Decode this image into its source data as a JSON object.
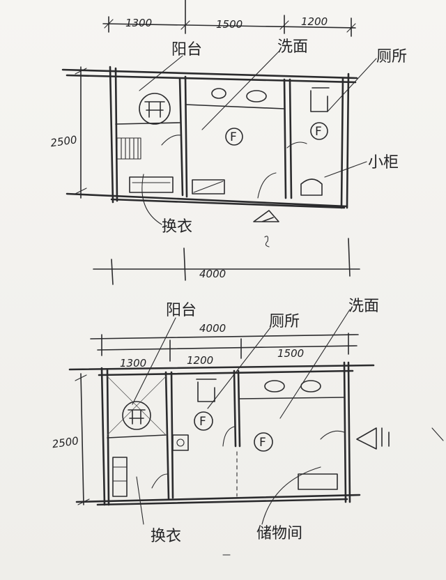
{
  "plan1": {
    "dim_top": [
      "1300",
      "1500",
      "1200"
    ],
    "dim_left": "2500",
    "dim_bottom": "4000",
    "balcony": "阳台",
    "wash": "洗面",
    "toilet": "厕所",
    "small_cabinet": "小柜",
    "changing": "换衣"
  },
  "plan2": {
    "dim_total": "4000",
    "dim_top": [
      "1300",
      "1200",
      "1500"
    ],
    "dim_left": "2500",
    "balcony": "阳台",
    "toilet": "厕所",
    "wash": "洗面",
    "changing": "换衣",
    "storage": "储物间"
  }
}
